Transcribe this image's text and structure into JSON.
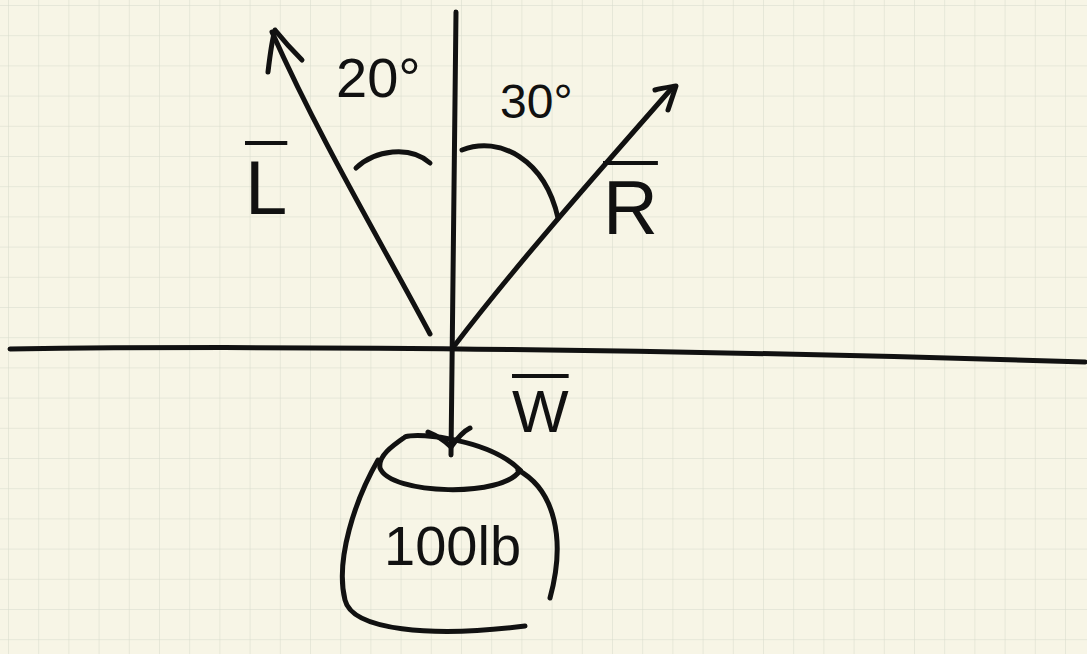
{
  "diagram": {
    "nodes": [
      {
        "text": [
          "100lb"
        ]
      }
    ],
    "labels": [
      "20°",
      "30°",
      "L",
      "R",
      "W"
    ]
  }
}
